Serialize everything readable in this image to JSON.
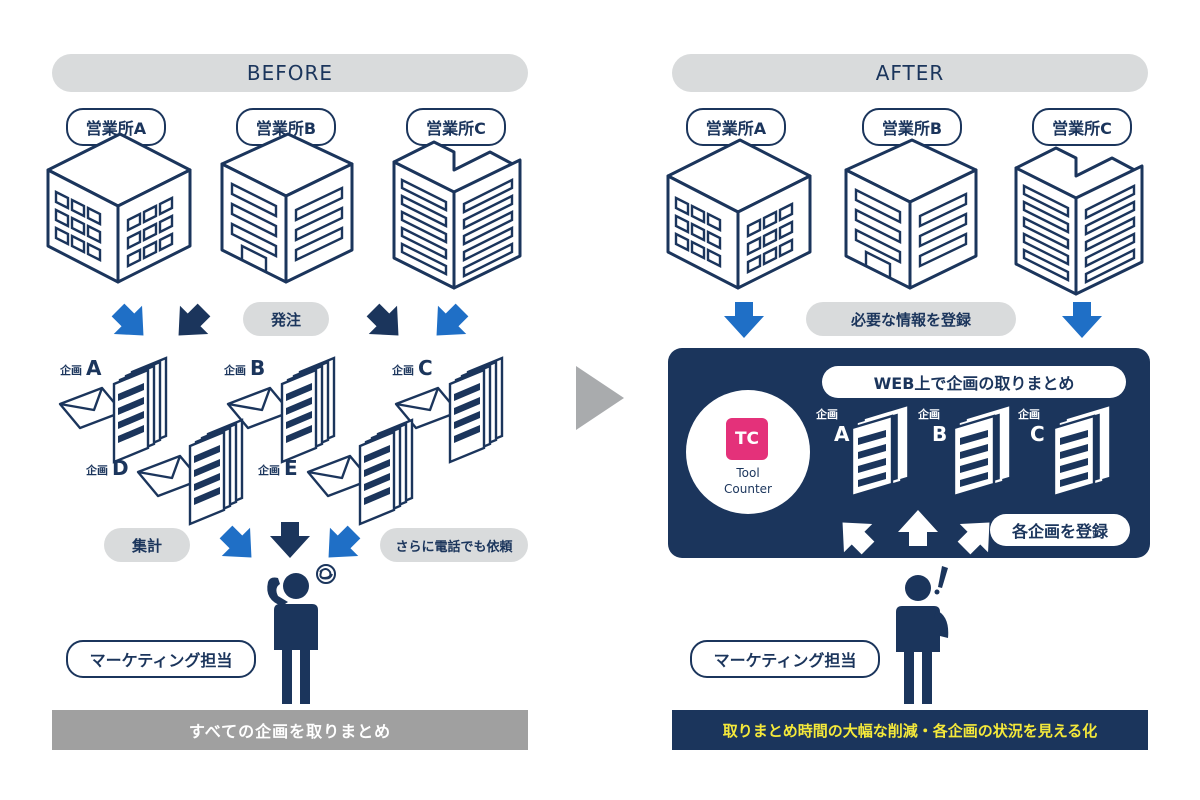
{
  "before": {
    "header": "BEFORE",
    "offices": [
      "営業所A",
      "営業所B",
      "営業所C"
    ],
    "order_label": "発注",
    "plans": [
      {
        "prefix": "企画",
        "letter": "A"
      },
      {
        "prefix": "企画",
        "letter": "B"
      },
      {
        "prefix": "企画",
        "letter": "C"
      },
      {
        "prefix": "企画",
        "letter": "D"
      },
      {
        "prefix": "企画",
        "letter": "E"
      }
    ],
    "aggregate_label": "集計",
    "phone_label": "さらに電話でも依頼",
    "person_label": "マーケティング担当",
    "footer": "すべての企画を取りまとめ"
  },
  "after": {
    "header": "AFTER",
    "offices": [
      "営業所A",
      "営業所B",
      "営業所C"
    ],
    "register_info_label": "必要な情報を登録",
    "web_label": "WEB上で企画の取りまとめ",
    "tool_logo": "TC",
    "tool_name_line1": "Tool",
    "tool_name_line2": "Counter",
    "plans": [
      {
        "prefix": "企画",
        "letter": "A"
      },
      {
        "prefix": "企画",
        "letter": "B"
      },
      {
        "prefix": "企画",
        "letter": "C"
      }
    ],
    "register_each_label": "各企画を登録",
    "person_label": "マーケティング担当",
    "footer": "取りまとめ時間の大幅な削減・各企画の状況を見える化"
  },
  "colors": {
    "navy": "#1b355c",
    "blue": "#1f6fc6",
    "gray_pill": "#d9dbdc",
    "arrow_gray": "#a9abad",
    "footer_gray": "#a0a0a0",
    "accent_yellow": "#f5e93a",
    "logo_pink": "#e4317a"
  }
}
